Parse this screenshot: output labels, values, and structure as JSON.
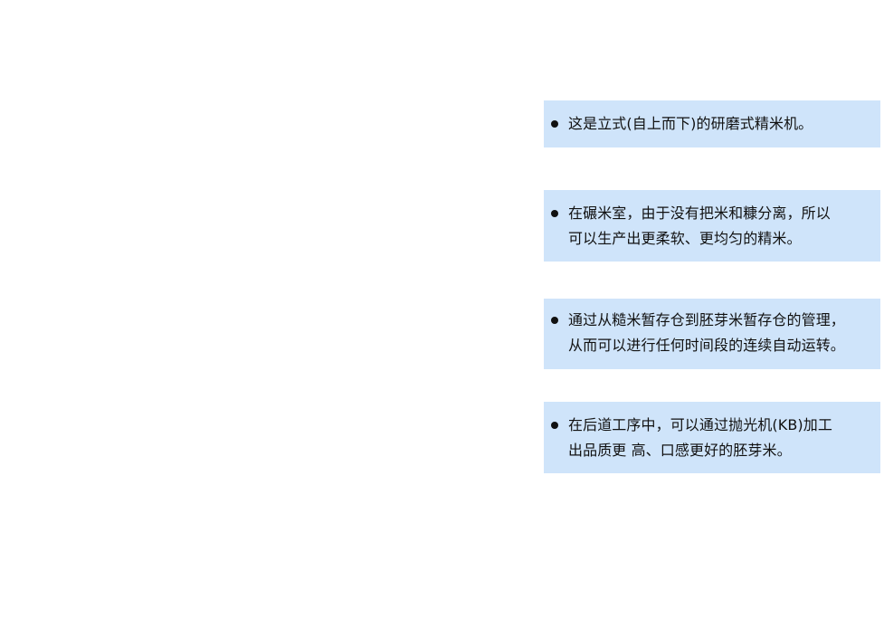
{
  "features": [
    {
      "text": "这是立式(自上而下)的研磨式精米机。"
    },
    {
      "text": "在碾米室，由于没有把米和糠分离，所以\n可以生产出更柔软、更均匀的精米。"
    },
    {
      "text": "通过从糙米暂存仓到胚芽米暂存仓的管理，\n从而可以进行任何时间段的连续自动运转。"
    },
    {
      "text": "在后道工序中，可以通过抛光机(KB)加工\n出品质更 高、口感更好的胚芽米。"
    }
  ],
  "colors": {
    "box_background": "#cfe4fa",
    "text": "#111111",
    "page_background": "#ffffff"
  }
}
